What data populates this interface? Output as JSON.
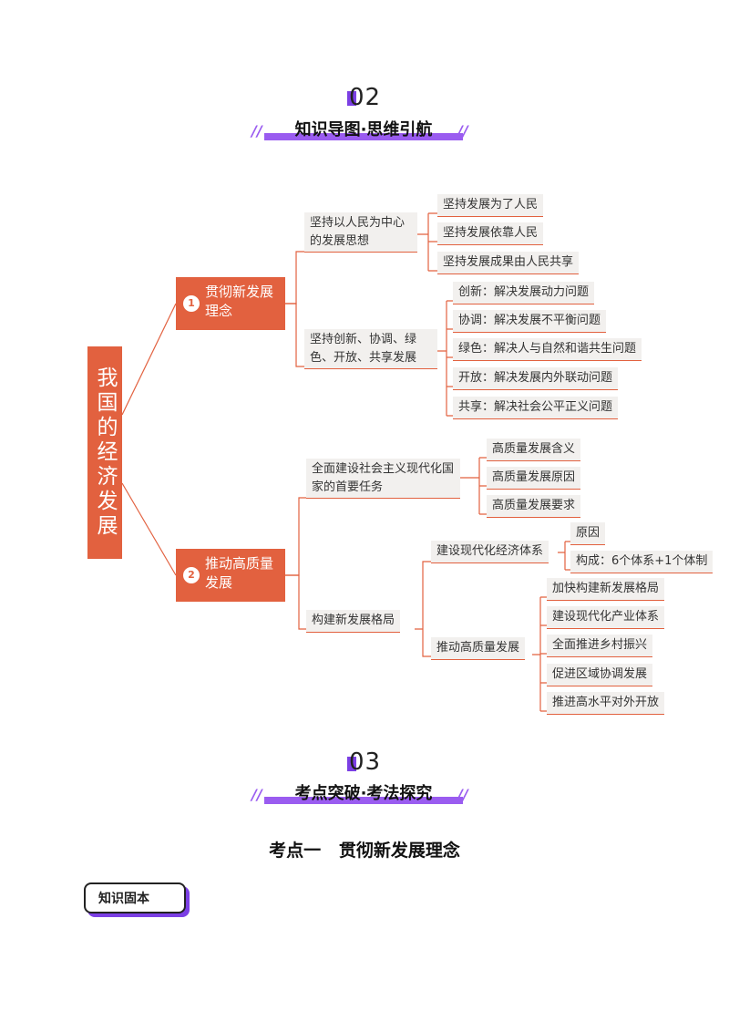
{
  "section2": {
    "number": "02",
    "title": "知识导图·思维引航"
  },
  "mindmap": {
    "root": "我国的经济发展",
    "branch1": {
      "num": "1",
      "label": "贯彻新发展理念",
      "sub1": {
        "label": "坚持以人民为中心的发展思想",
        "items": [
          "坚持发展为了人民",
          "坚持发展依靠人民",
          "坚持发展成果由人民共享"
        ]
      },
      "sub2": {
        "label": "坚持创新、协调、绿色、开放、共享发展",
        "items": [
          "创新：解决发展动力问题",
          "协调：解决发展不平衡问题",
          "绿色：解决人与自然和谐共生问题",
          "开放：解决发展内外联动问题",
          "共享：解决社会公平正义问题"
        ]
      }
    },
    "branch2": {
      "num": "2",
      "label": "推动高质量发展",
      "sub1": {
        "label": "全面建设社会主义现代化国家的首要任务",
        "items": [
          "高质量发展含义",
          "高质量发展原因",
          "高质量发展要求"
        ]
      },
      "sub2": {
        "label": "构建新发展格局",
        "child1": {
          "label": "建设现代化经济体系",
          "items": [
            "原因",
            "构成：6个体系+1个体制"
          ]
        },
        "child2": {
          "label": "推动高质量发展",
          "items": [
            "加快构建新发展格局",
            "建设现代化产业体系",
            "全面推进乡村振兴",
            "促进区域协调发展",
            "推进高水平对外开放"
          ]
        }
      }
    }
  },
  "section3": {
    "number": "03",
    "title": "考点突破·考法探究"
  },
  "point1": {
    "title": "考点一   贯彻新发展理念"
  },
  "tag": {
    "label": "知识固本"
  },
  "colors": {
    "accent": "#e2613f",
    "purple": "#7b3fe4",
    "node_bg": "#f2f0ee"
  }
}
